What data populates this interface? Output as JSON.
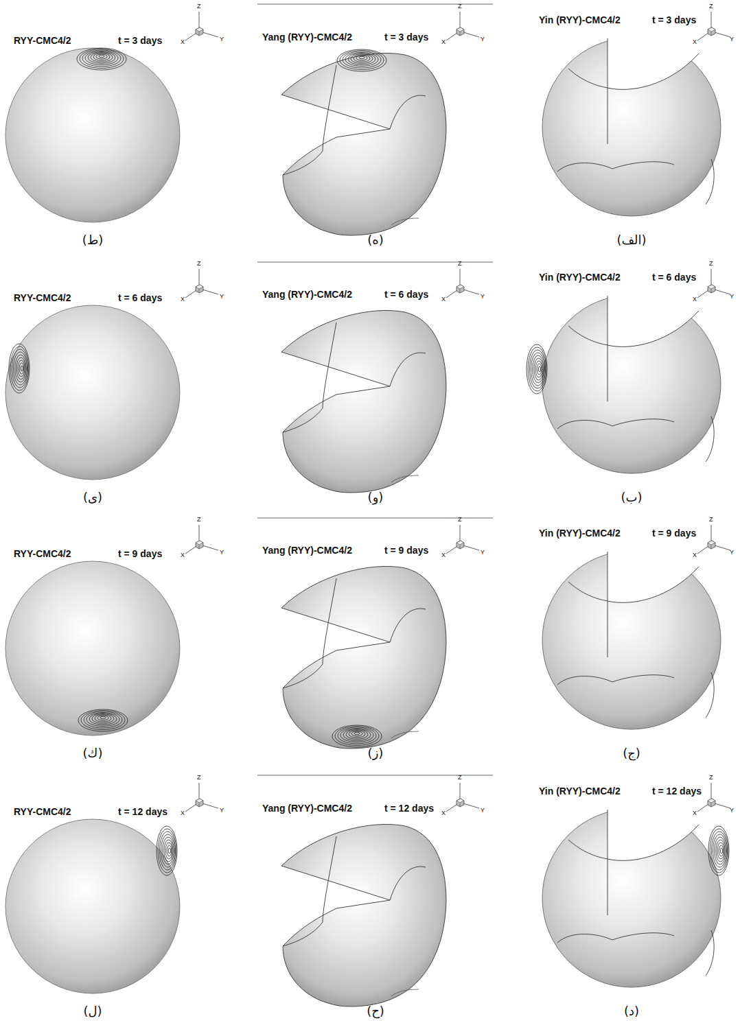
{
  "diagram": {
    "labels": [
      "RYY-CMC4/2",
      "t = 3 days",
      "Z",
      "X",
      "Y",
      "(ط)",
      "Yang (RYY)-CMC4/2",
      "t = 3 days",
      "Z",
      "X",
      "Y",
      "(ه)",
      "Yin (RYY)-CMC4/2",
      "t = 3 days",
      "Z",
      "X",
      "Y",
      "(الف)",
      "RYY-CMC4/2",
      "t = 6 days",
      "Z",
      "X",
      "Y",
      "(ی)",
      "Yang (RYY)-CMC4/2",
      "t = 6 days",
      "Z",
      "X",
      "Y",
      "(و)",
      "Yin (RYY)-CMC4/2",
      "t = 6 days",
      "Z",
      "X",
      "Y",
      "(ب)",
      "RYY-CMC4/2",
      "t = 9 days",
      "Z",
      "X",
      "Y",
      "(ك)",
      "Yang (RYY)-CMC4/2",
      "t = 9 days",
      "Z",
      "X",
      "Y",
      "(ز)",
      "Yin (RYY)-CMC4/2",
      "t = 9 days",
      "Z",
      "X",
      "Y",
      "(ج)",
      "RYY-CMC4/2",
      "t = 12 days",
      "Z",
      "X",
      "Y",
      "(ل)",
      "Yang (RYY)-CMC4/2",
      "t = 12 days",
      "Z",
      "X",
      "Y",
      "(ح)",
      "Yin (RYY)-CMC4/2",
      "t = 12 days",
      "Z",
      "X",
      "Y",
      "(د)"
    ]
  }
}
